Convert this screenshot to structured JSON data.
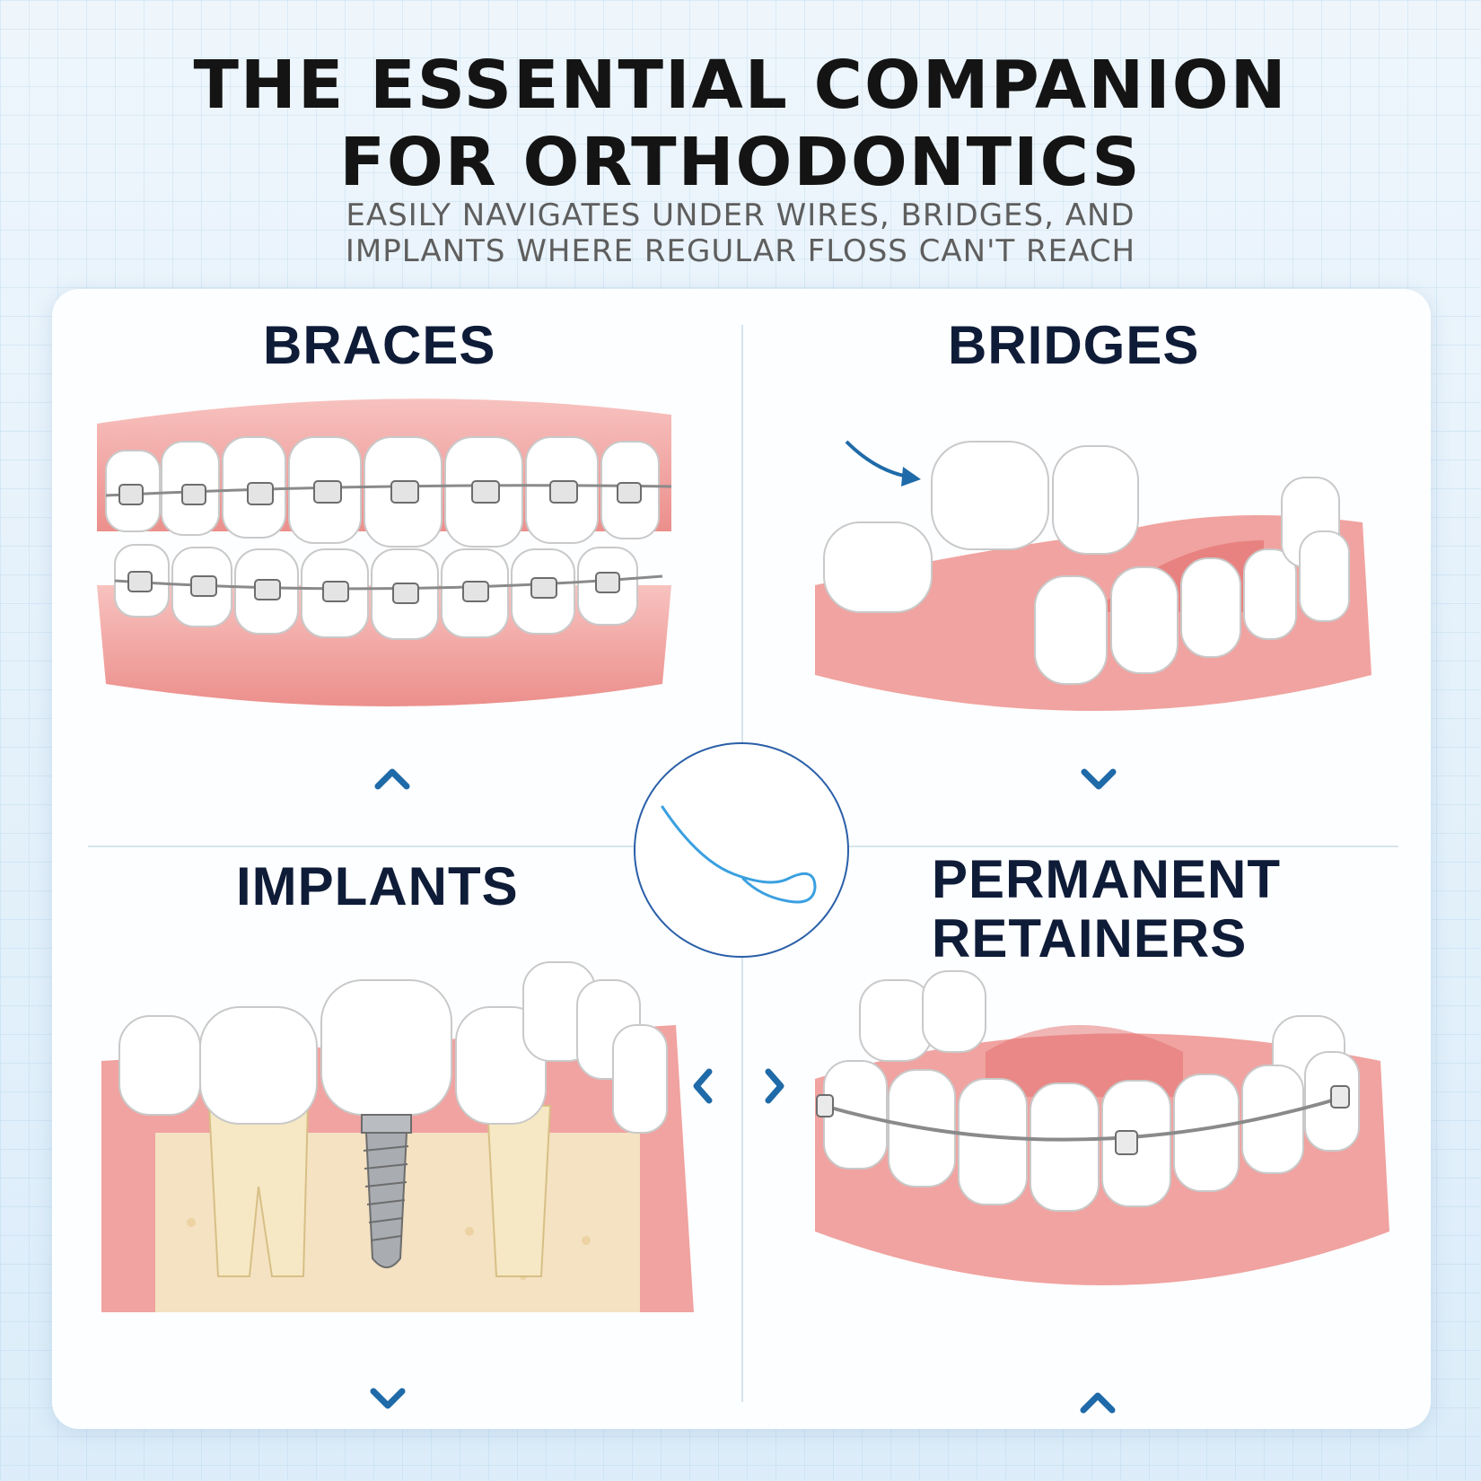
{
  "header": {
    "title_line1": "THE ESSENTIAL COMPANION",
    "title_line2": "FOR ORTHODONTICS",
    "subtitle_line1": "EASILY NAVIGATES UNDER WIRES, BRIDGES, AND",
    "subtitle_line2": "IMPLANTS WHERE REGULAR FLOSS CAN'T REACH"
  },
  "panels": [
    {
      "label_line1": "BRACES",
      "icon": "braces-illustration",
      "arrow": "chevron-up-icon"
    },
    {
      "label_line1": "BRIDGES",
      "icon": "bridge-illustration",
      "arrow": "chevron-down-icon"
    },
    {
      "label_line1": "IMPLANTS",
      "icon": "implant-illustration",
      "arrow": "chevron-down-icon"
    },
    {
      "label_line1": "PERMANENT",
      "label_line2": "RETAINERS",
      "icon": "retainer-illustration",
      "arrow": "chevron-up-icon"
    }
  ],
  "center": {
    "icon": "floss-threader-icon"
  },
  "colors": {
    "accent": "#1f6aa8",
    "gum": "#f0a3a0",
    "tooth": "#ffffff",
    "label": "#0f1c38"
  }
}
